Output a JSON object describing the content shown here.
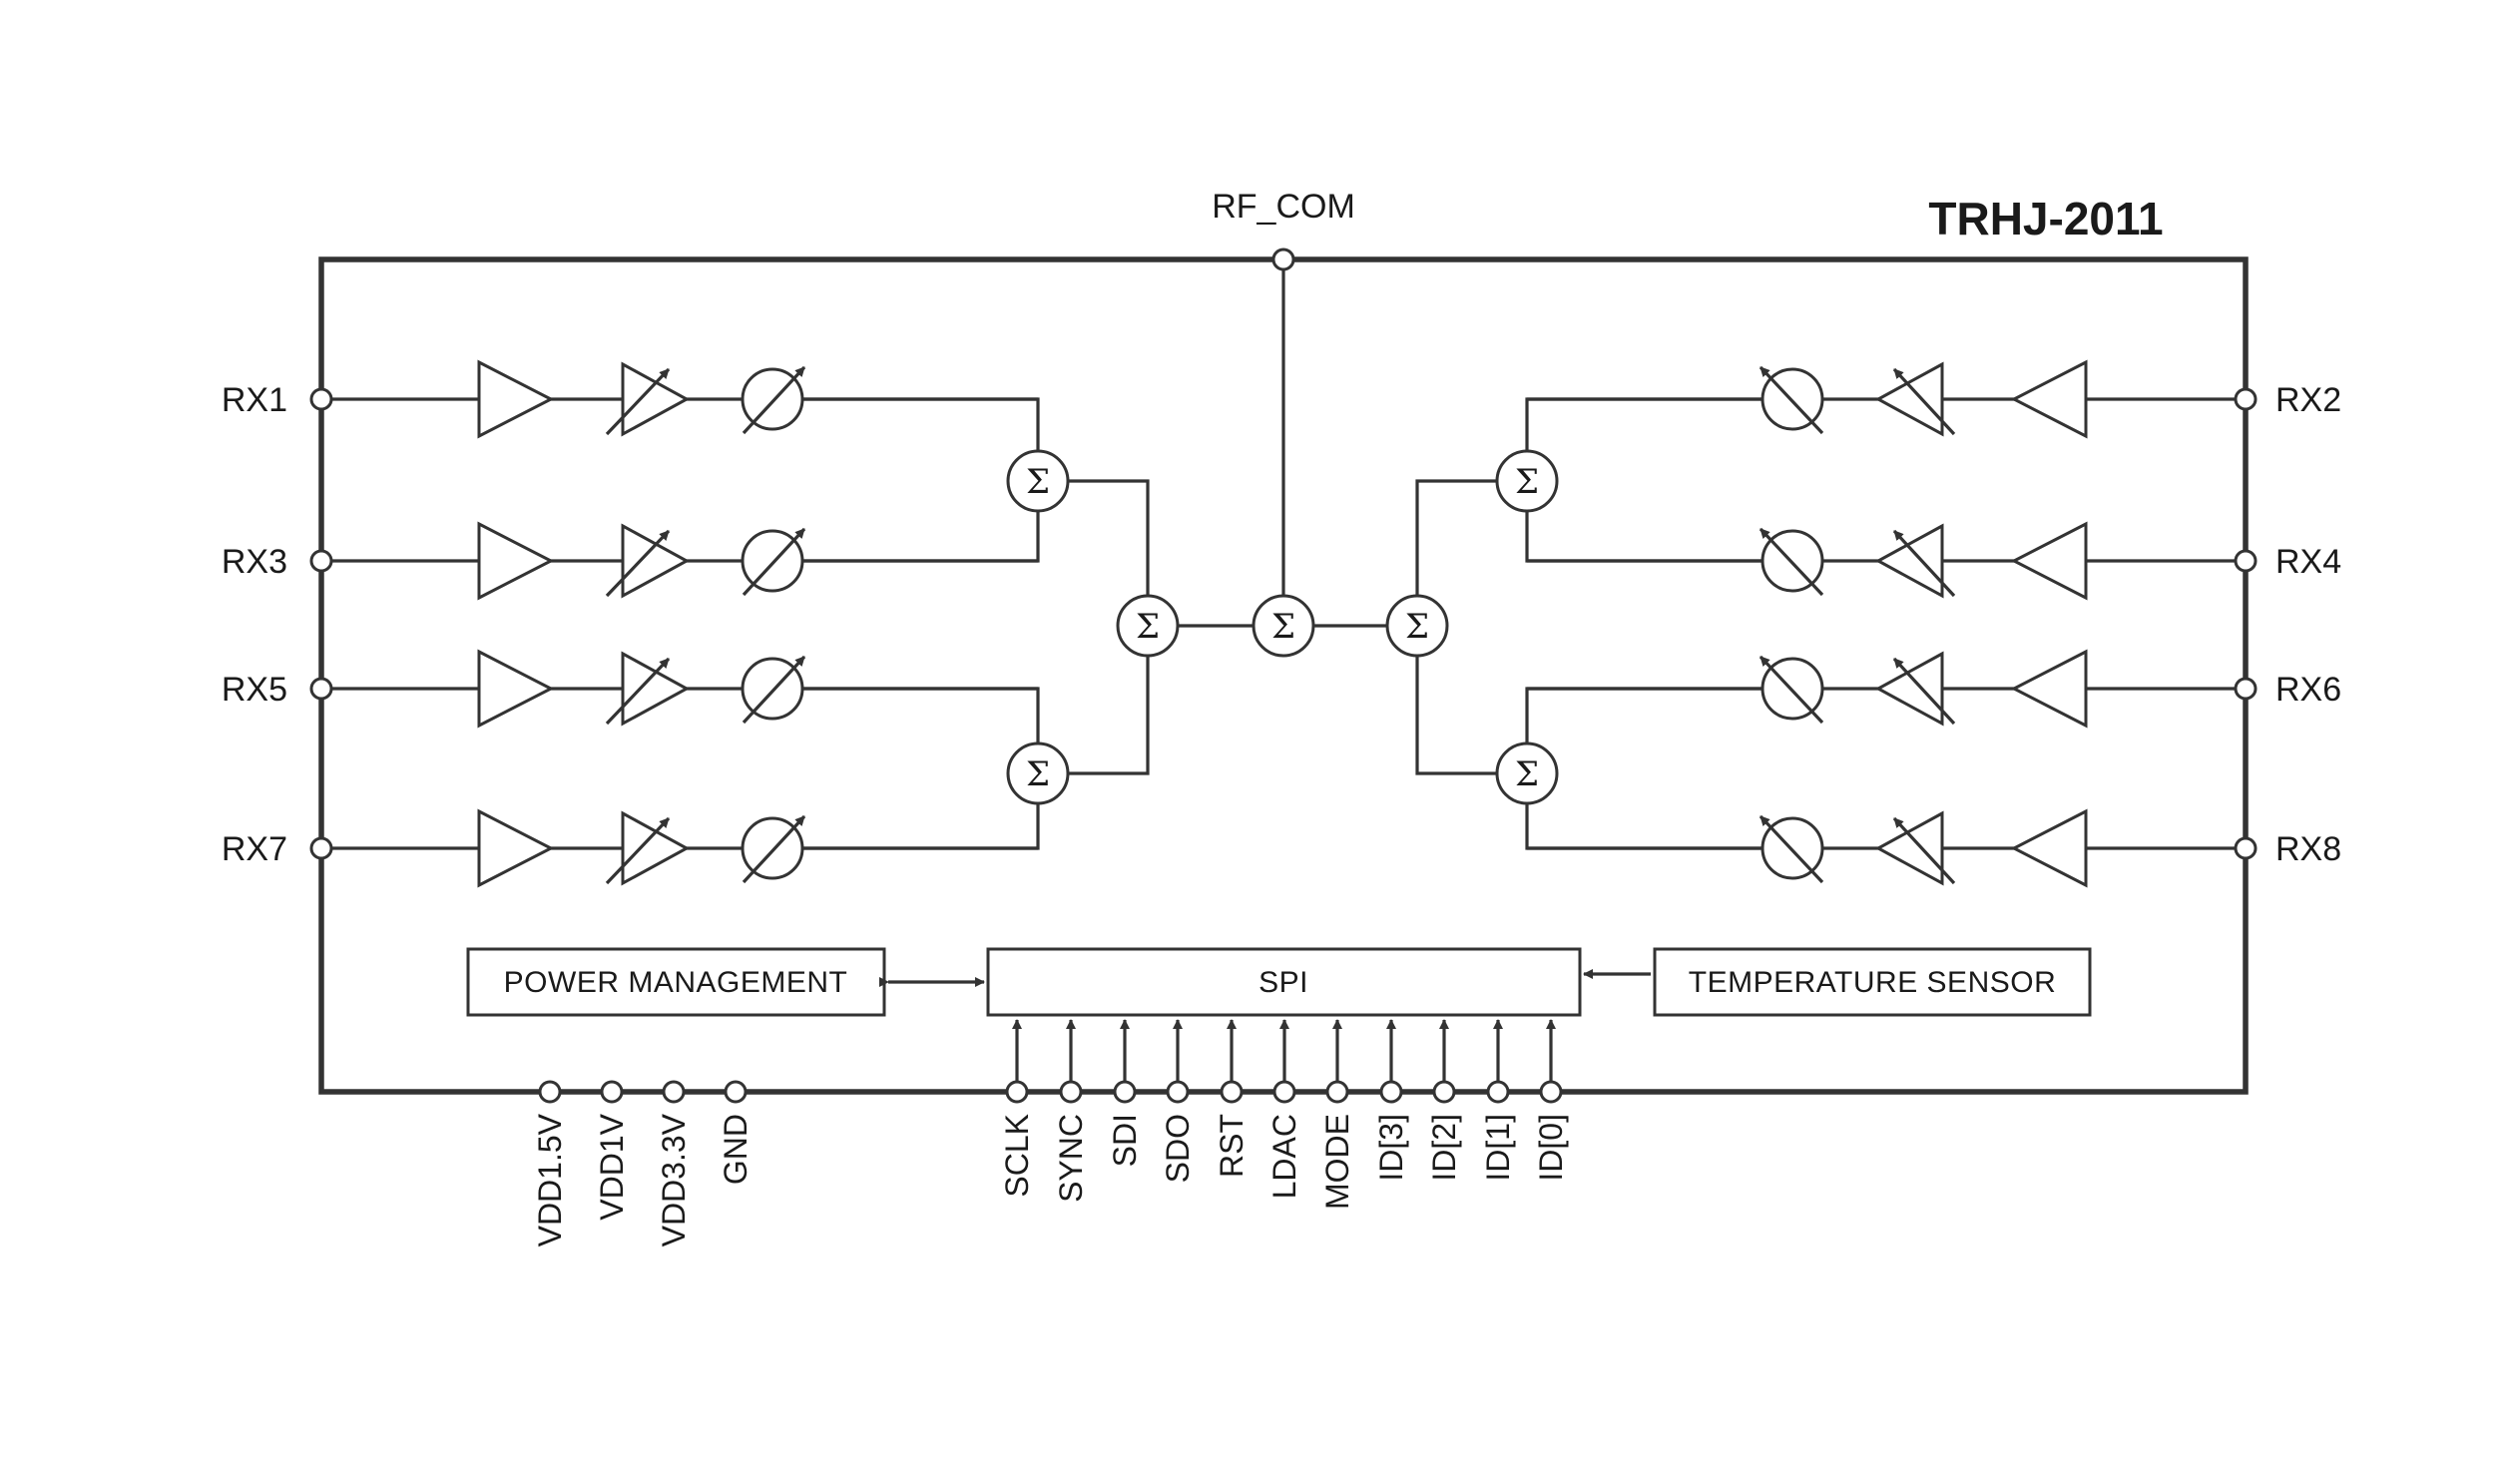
{
  "title": "TRHJ-2011",
  "rf_common": "RF_COM",
  "sum_symbol": "Σ",
  "rx_ports": {
    "left": [
      "RX1",
      "RX3",
      "RX5",
      "RX7"
    ],
    "right": [
      "RX2",
      "RX4",
      "RX6",
      "RX8"
    ]
  },
  "chain_icons": [
    "amplifier-icon",
    "variable-attenuator-icon",
    "phase-shifter-icon"
  ],
  "blocks": {
    "power": "POWER MANAGEMENT",
    "spi": "SPI",
    "temp": "TEMPERATURE SENSOR"
  },
  "power_pins": [
    "VDD1.5V",
    "VDD1V",
    "VDD3.3V",
    "GND"
  ],
  "spi_pins": [
    "SCLK",
    "SYNC",
    "SDI",
    "SDO",
    "RST",
    "LDAC",
    "MODE",
    "ID[3]",
    "ID[2]",
    "ID[1]",
    "ID[0]"
  ]
}
